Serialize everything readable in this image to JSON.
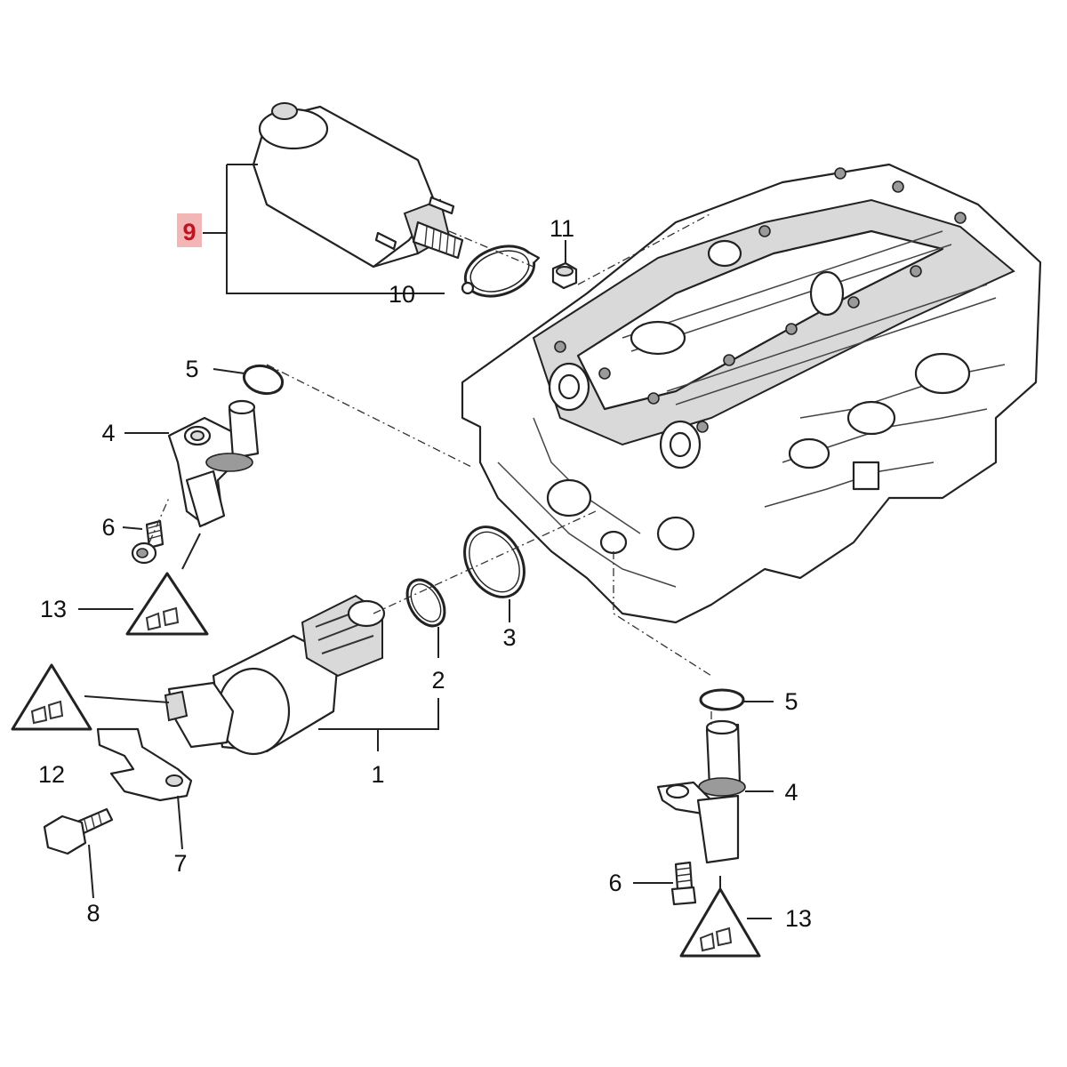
{
  "labels": {
    "l1": "1",
    "l2": "2",
    "l3": "3",
    "l4a": "4",
    "l4b": "4",
    "l5a": "5",
    "l5b": "5",
    "l6a": "6",
    "l6b": "6",
    "l7": "7",
    "l8": "8",
    "l9": "9",
    "l10": "10",
    "l11": "11",
    "l12": "12",
    "l13a": "13",
    "l13b": "13"
  },
  "colors": {
    "highlight_fill": "#f3b6b6",
    "highlight_text": "#c0141e",
    "line": "#222222"
  }
}
